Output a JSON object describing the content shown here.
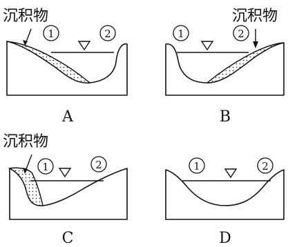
{
  "sediment_label": "沉积物",
  "circle_1": "1",
  "circle_2": "2",
  "panels": [
    {
      "letter": "A",
      "sediment": "left"
    },
    {
      "letter": "B",
      "sediment": "right"
    },
    {
      "letter": "C",
      "sediment": "left-steep"
    },
    {
      "letter": "D",
      "sediment": "none"
    }
  ]
}
